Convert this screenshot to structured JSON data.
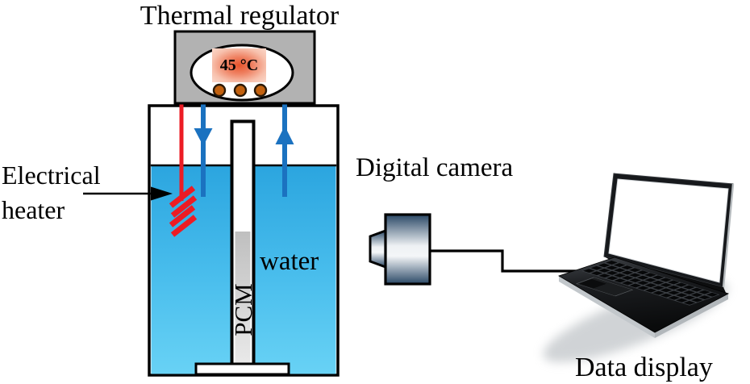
{
  "diagram": {
    "title": "Thermal regulator",
    "regulator": {
      "display_value": "45 °C",
      "indicator_dot_count": 3
    },
    "heater_label": {
      "line1": "Electrical",
      "line2": "heater"
    },
    "tank": {
      "water_label": "water",
      "pcm_label": "PCM"
    },
    "camera_label": "Digital camera",
    "laptop_label": "Data display",
    "colors": {
      "water_top": "#2ba5df",
      "water_bottom": "#68d2f5",
      "flow_arrow_blue": "#1b72c0",
      "heater_red": "#ec1c24",
      "regulator_gray": "#b2b2b2",
      "display_center": "#e8542c",
      "display_edge": "#fbdbce",
      "indicator_dot": "#c2610f",
      "camera_navy": "#2a4866",
      "pcm_gray_top": "#bfbfbf",
      "pcm_gray_bottom": "#e9e9e9",
      "outline": "#000000"
    }
  }
}
